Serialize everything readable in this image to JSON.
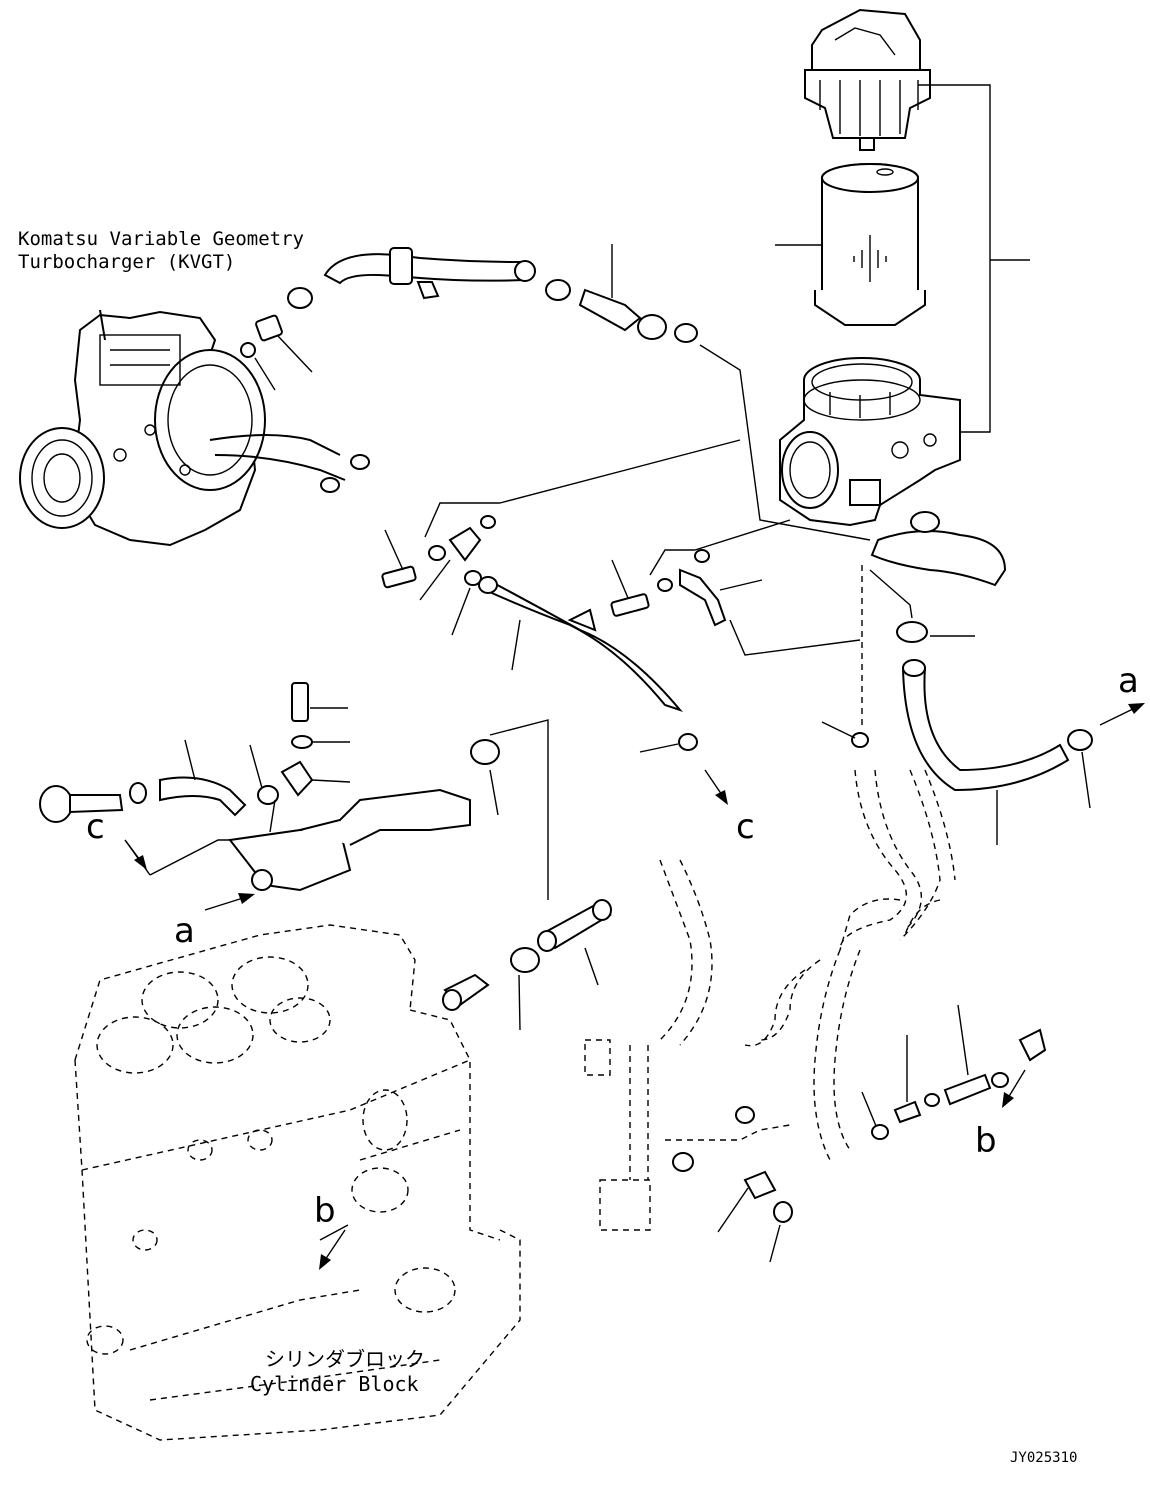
{
  "labels": {
    "turbo_line1": "Komatsu Variable Geometry",
    "turbo_line2": "Turbocharger (KVGT)",
    "block_jp": "シリンダブロック",
    "block_en": "Cylinder Block",
    "drawing_code": "JY025310"
  },
  "markers": {
    "a_right": "a",
    "a_left": "a",
    "b_bottom": "b",
    "b_right": "b",
    "c_left": "c",
    "c_center": "c"
  }
}
